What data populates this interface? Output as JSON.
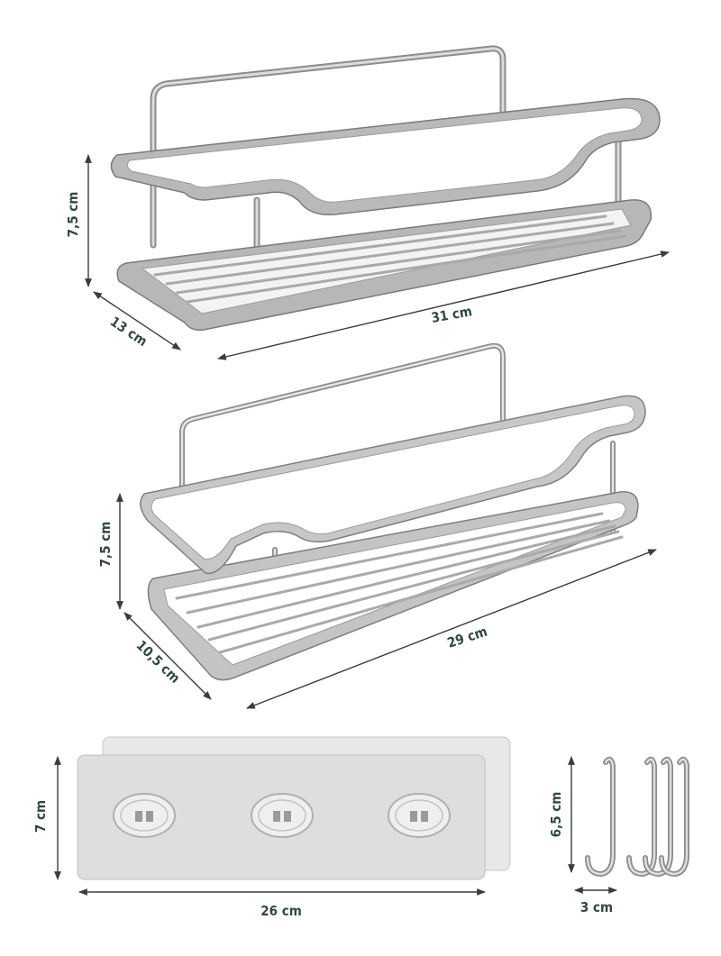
{
  "dimensions": {
    "shelf1": {
      "height": "7,5 cm",
      "depth": "13 cm",
      "width": "31 cm"
    },
    "shelf2": {
      "height": "7,5 cm",
      "depth": "10,5 cm",
      "width": "29 cm"
    },
    "adhesive_plate": {
      "height": "7 cm",
      "width": "26 cm"
    },
    "hook": {
      "height": "6,5 cm",
      "width": "3 cm"
    }
  },
  "colors": {
    "metal": "#b9b9b9",
    "metal_dark": "#8a8a8a",
    "plate": "#e2e2e2",
    "label": "#2f4a3b"
  }
}
